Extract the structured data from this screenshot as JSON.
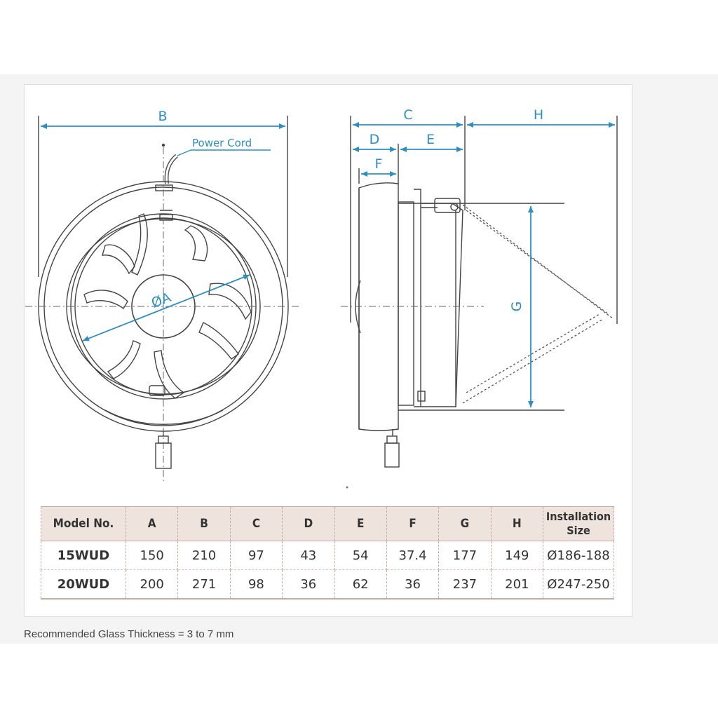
{
  "diagram": {
    "labels": {
      "B": "B",
      "C": "C",
      "D": "D",
      "E": "E",
      "F": "F",
      "H": "H",
      "G": "G",
      "diameter_A": "ØA",
      "power_cord": "Power Cord"
    },
    "colors": {
      "dimension": "#2b8fc4",
      "line": "#444444",
      "table_header_bg": "#efe3de"
    }
  },
  "table": {
    "headers": [
      "Model No.",
      "A",
      "B",
      "C",
      "D",
      "E",
      "F",
      "G",
      "H",
      "Installation Size"
    ],
    "header_installation_line1": "Installation",
    "header_installation_line2": "Size",
    "rows": [
      [
        "15WUD",
        "150",
        "210",
        "97",
        "43",
        "54",
        "37.4",
        "177",
        "149",
        "Ø186-188"
      ],
      [
        "20WUD",
        "200",
        "271",
        "98",
        "36",
        "62",
        "36",
        "237",
        "201",
        "Ø247-250"
      ]
    ]
  },
  "footnote": "Recommended Glass Thickness = 3 to 7 mm"
}
